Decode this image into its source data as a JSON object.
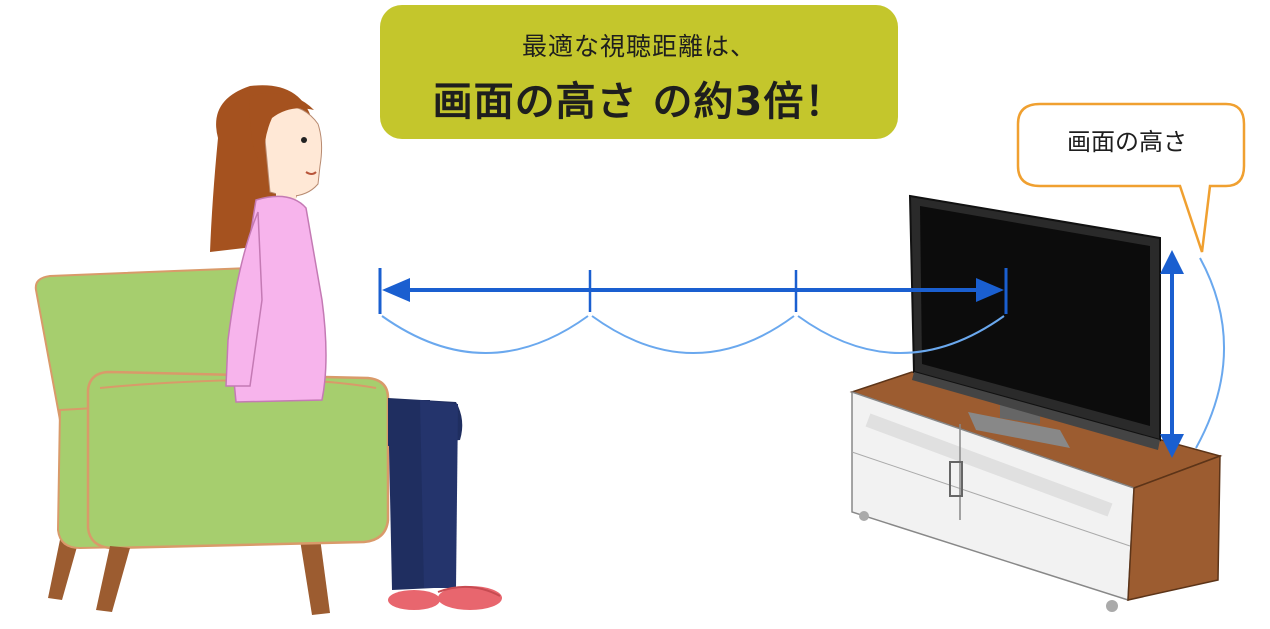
{
  "headline": {
    "line1": "最適な視聴距離は、",
    "line2": "画面の高さ の約3倍！"
  },
  "callout": {
    "label": "画面の高さ"
  },
  "diagram": {
    "distance_multiple": 3,
    "colors": {
      "headline_bg": "#c4c62c",
      "callout_border": "#f0a030",
      "arrow": "#1a5fd0",
      "arc": "#6aa8ee",
      "armchair": "#a6ce6e",
      "armchair_outline": "#d99a6a",
      "sweater": "#f7b4ec",
      "jeans": "#1f2e60",
      "hair": "#a5521f",
      "slippers": "#e8666e",
      "tv_stand": "#9c5c30",
      "tv_screen": "#0c0c0c"
    }
  }
}
